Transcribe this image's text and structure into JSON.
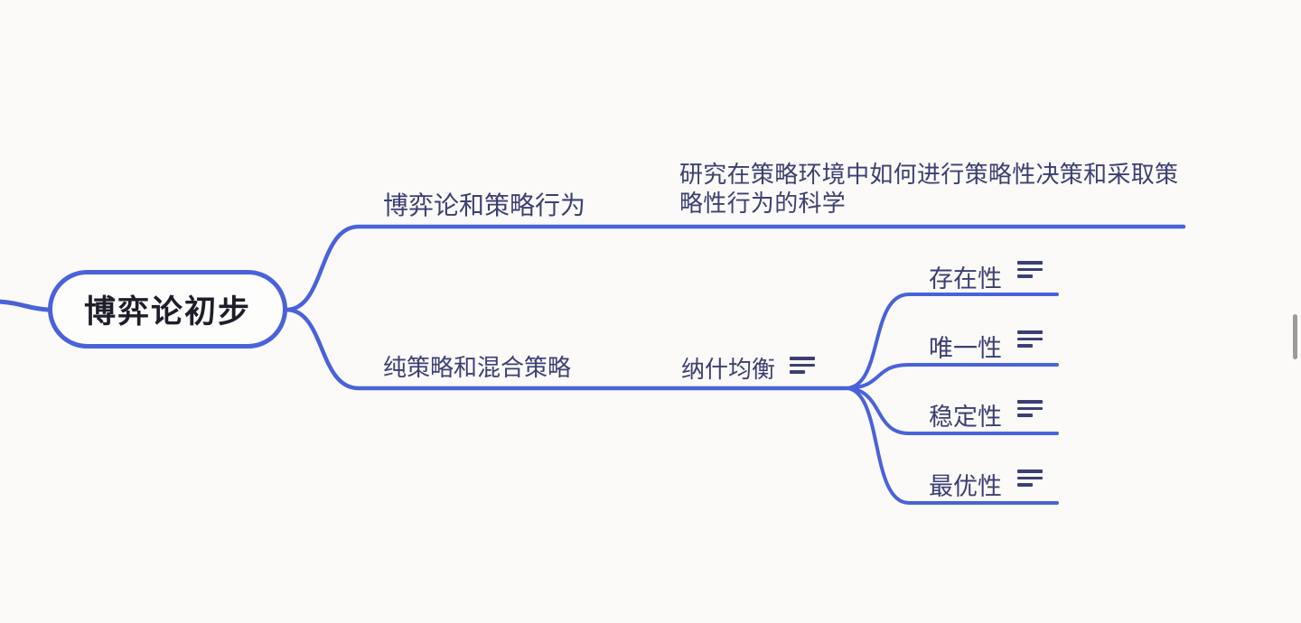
{
  "colors": {
    "background": "#fbfaf8",
    "line": "#4a62d9",
    "ink": "#3c3f73",
    "root_ink": "#1e1e2a",
    "scrollbar": "#9b9b9b"
  },
  "mindmap": {
    "root": {
      "label": "博弈论初步"
    },
    "branches": [
      {
        "label": "博弈论和策略行为",
        "children": [
          {
            "label": "研究在策略环境中如何进行策略性决策和采取策略性行为的科学"
          }
        ]
      },
      {
        "label": "纯策略和混合策略",
        "children": [
          {
            "label": "纳什均衡",
            "icon": "notes-icon",
            "children": [
              {
                "label": "存在性",
                "icon": "notes-icon"
              },
              {
                "label": "唯一性",
                "icon": "notes-icon"
              },
              {
                "label": "稳定性",
                "icon": "notes-icon"
              },
              {
                "label": "最优性",
                "icon": "notes-icon"
              }
            ]
          }
        ]
      }
    ]
  }
}
